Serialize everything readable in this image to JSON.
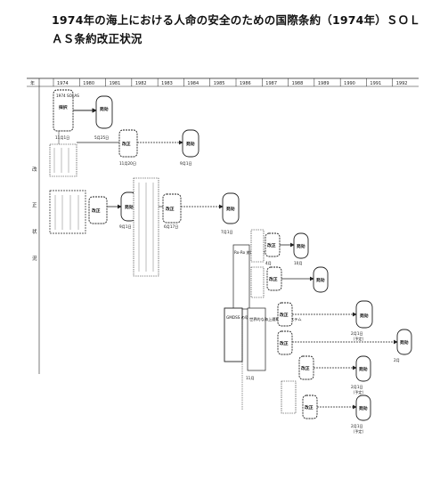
{
  "title": {
    "line1": "1974年の海上における人命の安全のための国際条約（1974年）ＳＯＬ",
    "line2": "ＡＳ条約改正状況"
  },
  "timeline": {
    "header": "年",
    "years": [
      "1974",
      "1980",
      "1981",
      "1982",
      "1983",
      "1984",
      "1985",
      "1986",
      "1987",
      "1988",
      "1989",
      "1990",
      "1991",
      "1992"
    ]
  },
  "side_label": [
    "改",
    "正",
    "状",
    "況"
  ],
  "labels": {
    "solas": "1974 SOLAS",
    "adopt": "採択",
    "effect": "発効",
    "revision": "改正",
    "d1": "11月1日",
    "d2": "5月25日",
    "d3": "11月20日",
    "d4": "9月1日",
    "d5": "6月17日",
    "d6": "9月1日",
    "d7": "7月1日",
    "d8": "11月",
    "d9": "4月",
    "d10": "10月",
    "d11": "2月1日",
    "d12": "2月",
    "d13": "2月1日",
    "d14": "2月1日",
    "ro_ro": "Ro-Ro 旅客船の安全",
    "gmdss": "GMDSS の導入",
    "gmdss2": "世界的な海上遭難安全システム",
    "exp1": "（予定）",
    "exp2": "（予定）",
    "exp3": "（予定）"
  }
}
